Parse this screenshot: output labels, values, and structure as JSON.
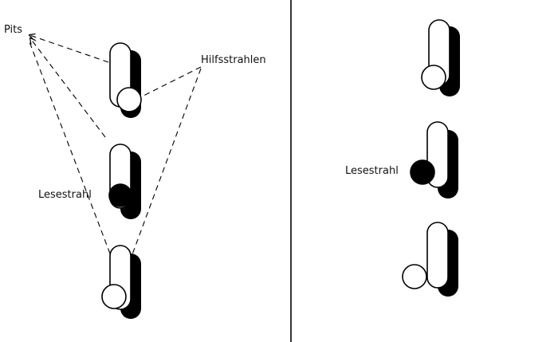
{
  "left_panel": {
    "label_pits": "Pits",
    "label_hilfsstrahlen": "Hilfsstrahlen",
    "label_lesestrahl": "Lesestrahl"
  },
  "right_panel": {
    "label_lesestrahl": "Lesestrahl"
  },
  "colors": {
    "background": "#ffffff",
    "ink": "#000000"
  }
}
